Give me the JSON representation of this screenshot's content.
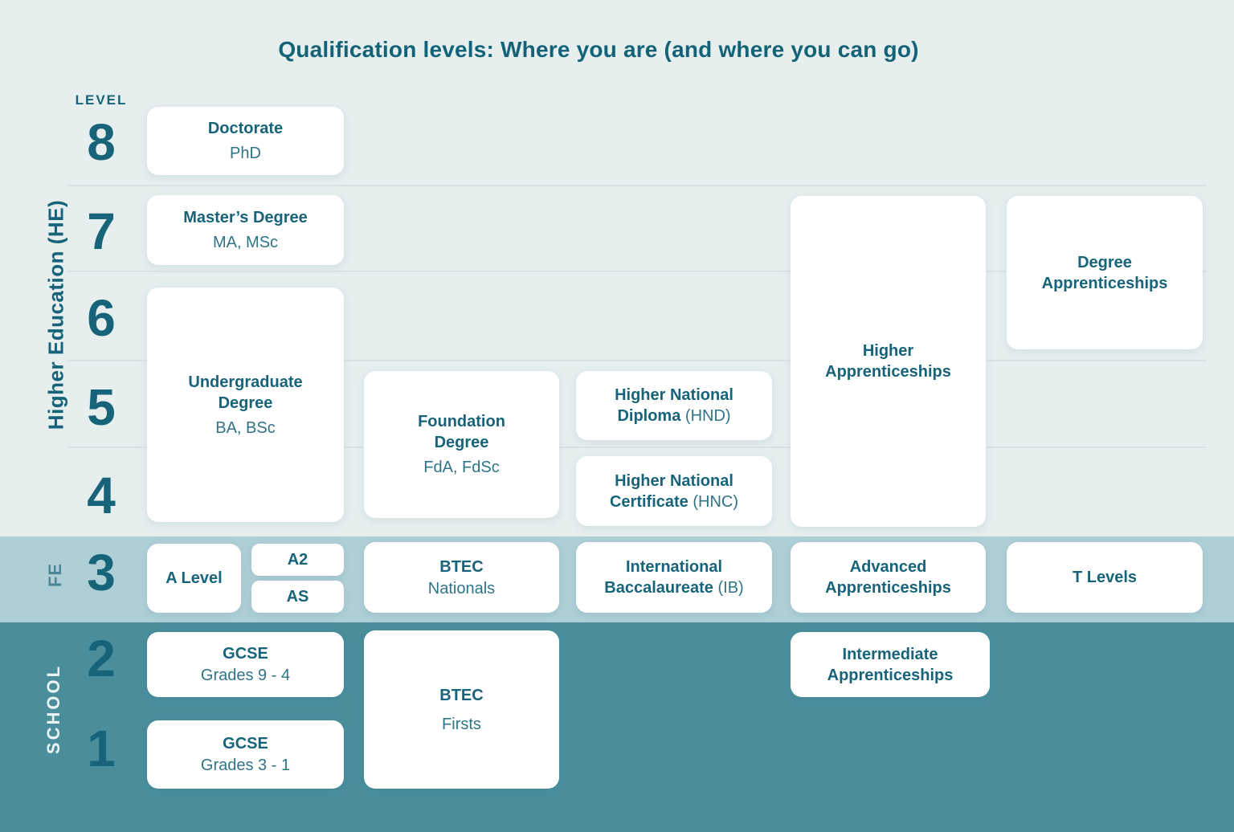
{
  "title": "Qualification levels: Where you are (and where you can go)",
  "axis": {
    "level_label": "LEVEL",
    "levels": [
      "8",
      "7",
      "6",
      "5",
      "4",
      "3",
      "2",
      "1"
    ]
  },
  "sections": {
    "he": "Higher Education (HE)",
    "fe": "FE",
    "school": "SCHOOL"
  },
  "colors": {
    "accent_teal_text": "#17647a",
    "background_light": "#e6eeee",
    "fe_band": "#aecfd5",
    "school_band": "#4a8e9c",
    "card_background": "#ffffff",
    "divider_line": "#d8e3e4"
  },
  "cards": {
    "doctorate": {
      "title": "Doctorate",
      "subtitle": "PhD"
    },
    "masters": {
      "title": "Master’s Degree",
      "subtitle": "MA, MSc"
    },
    "undergraduate": {
      "title": "Undergraduate Degree",
      "subtitle": "BA, BSc"
    },
    "foundation": {
      "title": "Foundation Degree",
      "subtitle": "FdA, FdSc"
    },
    "hnd": {
      "title": "Higher National Diploma",
      "suffix": "(HND)"
    },
    "hnc": {
      "title": "Higher National Certificate",
      "suffix": "(HNC)"
    },
    "higher_apprenticeships": {
      "title": "Higher Apprenticeships"
    },
    "degree_apprenticeships": {
      "title": "Degree Apprenticeships"
    },
    "a_level": {
      "title": "A Level"
    },
    "a2": {
      "title": "A2"
    },
    "as": {
      "title": "AS"
    },
    "btec_nationals": {
      "title": "BTEC",
      "subtitle": "Nationals"
    },
    "ib": {
      "title": "International Baccalaureate",
      "suffix": "(IB)"
    },
    "advanced_apprenticeships": {
      "title": "Advanced Apprenticeships"
    },
    "t_levels": {
      "title": "T Levels"
    },
    "gcse_upper": {
      "title": "GCSE",
      "subtitle": "Grades 9 - 4"
    },
    "gcse_lower": {
      "title": "GCSE",
      "subtitle": "Grades 3 - 1"
    },
    "btec_firsts": {
      "title": "BTEC",
      "subtitle": "Firsts"
    },
    "intermediate_apprenticeships": {
      "title": "Intermediate Apprenticeships"
    }
  }
}
